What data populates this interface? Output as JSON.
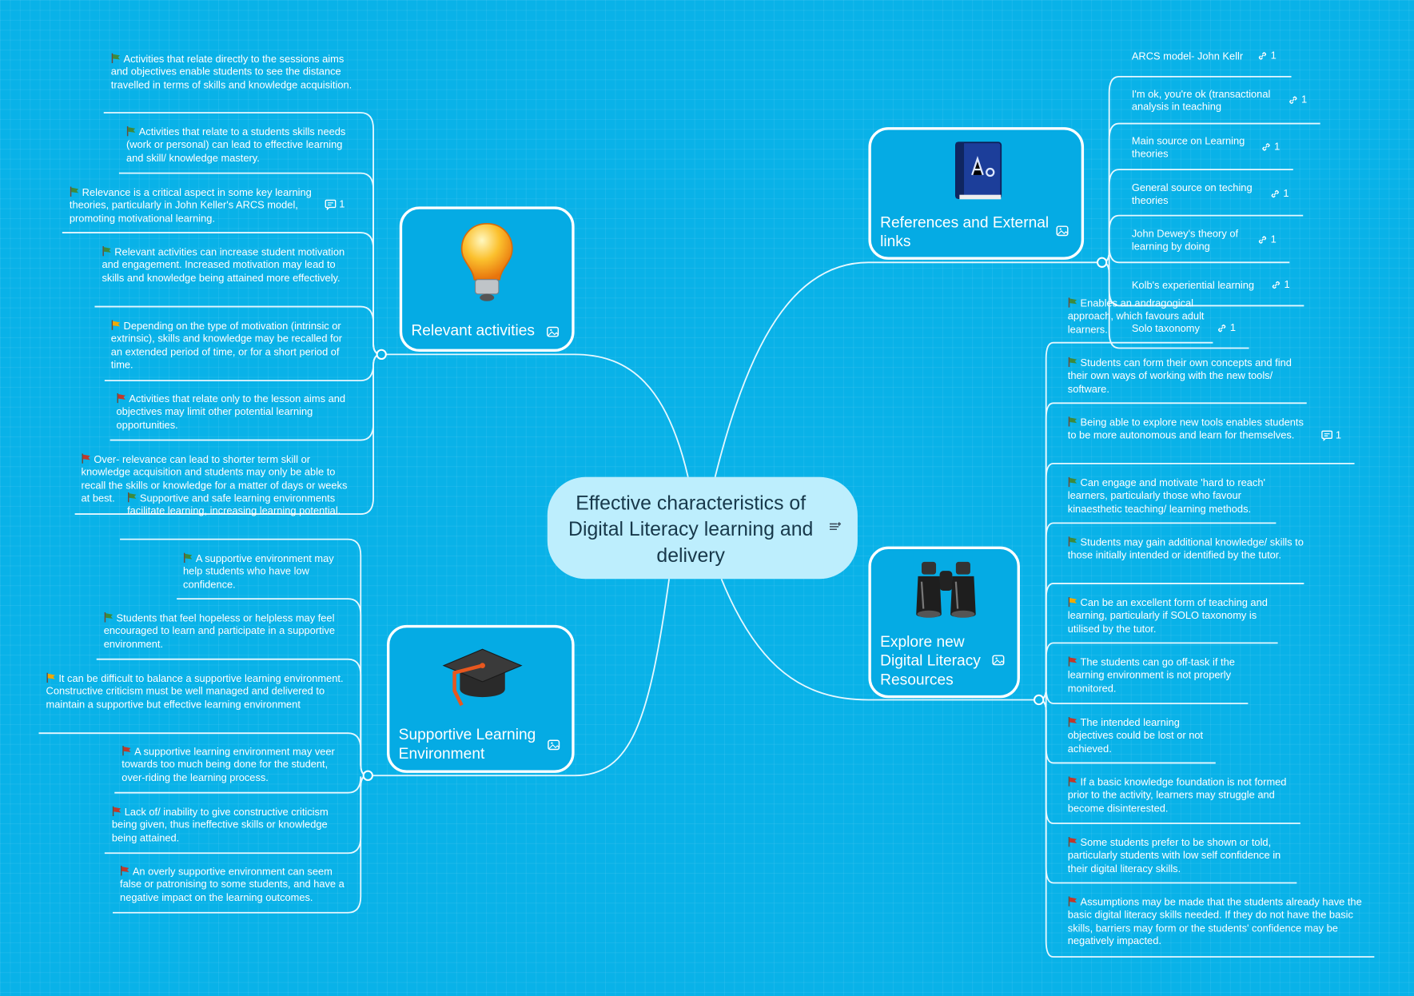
{
  "central": {
    "title": "Effective characteristics of Digital Literacy learning and delivery",
    "note_icon": "note-icon"
  },
  "colors": {
    "background": "#09b2e8",
    "central_fill": "#bdeefd",
    "flag_green": "#3e8a3c",
    "flag_orange": "#f2a900",
    "flag_red": "#c0392b"
  },
  "topics": {
    "relevant": {
      "label": "Relevant activities",
      "icon": "lightbulb-icon"
    },
    "references": {
      "label": "References and External links",
      "icon": "dictionary-book-icon"
    },
    "explore": {
      "label": "Explore new Digital Literacy Resources",
      "icon": "binoculars-icon"
    },
    "supportive": {
      "label": "Supportive Learning Environment",
      "icon": "graduation-cap-icon"
    }
  },
  "relevant_items": [
    {
      "text": "Activities that relate directly to the sessions aims and objectives enable students to see the distance travelled in terms of skills and knowledge acquisition.",
      "flag": "green"
    },
    {
      "text": "Activities that relate to a students skills needs (work or personal) can lead to effective learning and skill/ knowledge mastery.",
      "flag": "green"
    },
    {
      "text": "Relevance is a critical aspect in some key learning theories, particularly in John Keller's ARCS model, promoting motivational learning.",
      "flag": "green",
      "comments": "1"
    },
    {
      "text": "Relevant activities can increase student motivation and engagement. Increased motivation may lead to skills and knowledge being attained more effectively.",
      "flag": "green"
    },
    {
      "text": "Depending on the type of motivation (intrinsic or extrinsic), skills and knowledge may be recalled for an extended period of time, or for a short period of time.",
      "flag": "orange"
    },
    {
      "text": "Activities that relate only to the lesson aims and objectives may limit other potential learning opportunities.",
      "flag": "red"
    },
    {
      "text": "Over- relevance can lead to shorter term skill or knowledge acquisition and students may only be able to recall the skills or knowledge for a matter of days or weeks at best.",
      "flag": "red"
    }
  ],
  "supportive_items": [
    {
      "text": "Supportive and safe learning environments facilitate learning, increasing learning potential.",
      "flag": "green"
    },
    {
      "text": "A supportive environment may help students who have low confidence.",
      "flag": "green"
    },
    {
      "text": "Students that feel hopeless or helpless may feel encouraged to learn and participate in a supportive environment.",
      "flag": "green"
    },
    {
      "text": "It can be difficult to balance a supportive learning environment. Constructive criticism must be well managed and delivered to maintain a supportive but effective learning environment",
      "flag": "orange"
    },
    {
      "text": "A supportive learning environment may veer towards too much being done for the student, over-riding the learning process.",
      "flag": "red"
    },
    {
      "text": "Lack of/ inability to give constructive criticism being given, thus ineffective skills or knowledge being attained.",
      "flag": "red"
    },
    {
      "text": "An overly supportive environment can seem false or patronising to some students, and have a negative impact on the learning outcomes.",
      "flag": "red"
    }
  ],
  "reference_items": [
    {
      "text": "ARCS model- John Kellr",
      "links": "1"
    },
    {
      "text": "I'm ok, you're ok (transactional analysis in teaching",
      "links": "1"
    },
    {
      "text": "Main source on Learning theories",
      "links": "1"
    },
    {
      "text": "General source on teching theories",
      "links": "1"
    },
    {
      "text": "John Dewey's theory of learning by doing",
      "links": "1"
    },
    {
      "text": "Kolb's experiential learning",
      "links": "1"
    },
    {
      "text": "Solo taxonomy",
      "links": "1"
    }
  ],
  "explore_items": [
    {
      "text": "Enables an andragogical approach, which favours adult learners.",
      "flag": "green"
    },
    {
      "text": "Students can form their own concepts and find their own ways of working with the new tools/ software.",
      "flag": "green"
    },
    {
      "text": "Being able to explore new tools enables students to be more autonomous and learn for themselves.",
      "flag": "green",
      "comments": "1"
    },
    {
      "text": "Can engage and motivate 'hard to reach' learners, particularly those who favour kinaesthetic teaching/ learning methods.",
      "flag": "green"
    },
    {
      "text": "Students may gain additional knowledge/ skills to those initially intended or identified by the tutor.",
      "flag": "green"
    },
    {
      "text": "Can be an excellent form of teaching and learning, particularly if SOLO taxonomy is utilised by the tutor.",
      "flag": "orange"
    },
    {
      "text": "The students can go off-task if the learning environment is not properly monitored.",
      "flag": "red"
    },
    {
      "text": "The intended learning objectives could be lost or not achieved.",
      "flag": "red"
    },
    {
      "text": "If a basic knowledge foundation is not formed prior to the activity, learners may struggle and become disinterested.",
      "flag": "red"
    },
    {
      "text": "Some students prefer to be shown or told, particularly students with low self confidence in their digital literacy skills.",
      "flag": "red"
    },
    {
      "text": "Assumptions may be made that the students already have the basic digital literacy skills needed. If they do not have the basic skills, barriers may form or the students' confidence may be negatively impacted.",
      "flag": "red"
    }
  ]
}
